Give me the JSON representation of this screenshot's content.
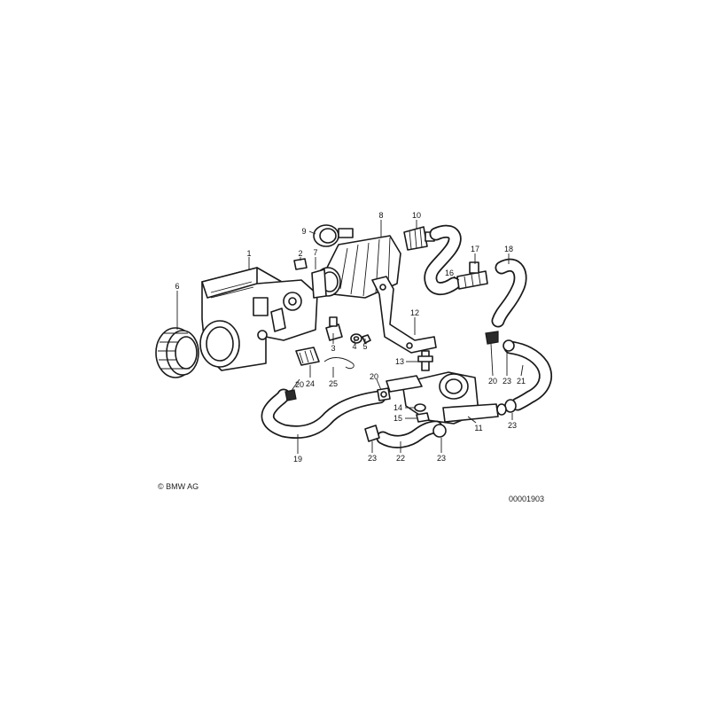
{
  "callouts": [
    {
      "id": "c1",
      "text": "1"
    },
    {
      "id": "c2",
      "text": "2"
    },
    {
      "id": "c3",
      "text": "3"
    },
    {
      "id": "c4",
      "text": "4"
    },
    {
      "id": "c5",
      "text": "5"
    },
    {
      "id": "c6",
      "text": "6"
    },
    {
      "id": "c7",
      "text": "7"
    },
    {
      "id": "c8",
      "text": "8"
    },
    {
      "id": "c9",
      "text": "9"
    },
    {
      "id": "c10",
      "text": "10"
    },
    {
      "id": "c11",
      "text": "11"
    },
    {
      "id": "c12",
      "text": "12"
    },
    {
      "id": "c13",
      "text": "13"
    },
    {
      "id": "c14",
      "text": "14"
    },
    {
      "id": "c15",
      "text": "15"
    },
    {
      "id": "c16",
      "text": "16"
    },
    {
      "id": "c17",
      "text": "17"
    },
    {
      "id": "c18",
      "text": "18"
    },
    {
      "id": "c19",
      "text": "19"
    },
    {
      "id": "c20a",
      "text": "20"
    },
    {
      "id": "c20b",
      "text": "20"
    },
    {
      "id": "c20c",
      "text": "20"
    },
    {
      "id": "c21",
      "text": "21"
    },
    {
      "id": "c22",
      "text": "22"
    },
    {
      "id": "c23a",
      "text": "23"
    },
    {
      "id": "c23b",
      "text": "23"
    },
    {
      "id": "c23c",
      "text": "23"
    },
    {
      "id": "c23d",
      "text": "23"
    },
    {
      "id": "c24",
      "text": "24"
    },
    {
      "id": "c25",
      "text": "25"
    }
  ],
  "footer": {
    "copyright": "© BMW AG",
    "diagram_number": "00001903"
  },
  "colors": {
    "line": "#1a1a1a",
    "background": "#ffffff"
  }
}
